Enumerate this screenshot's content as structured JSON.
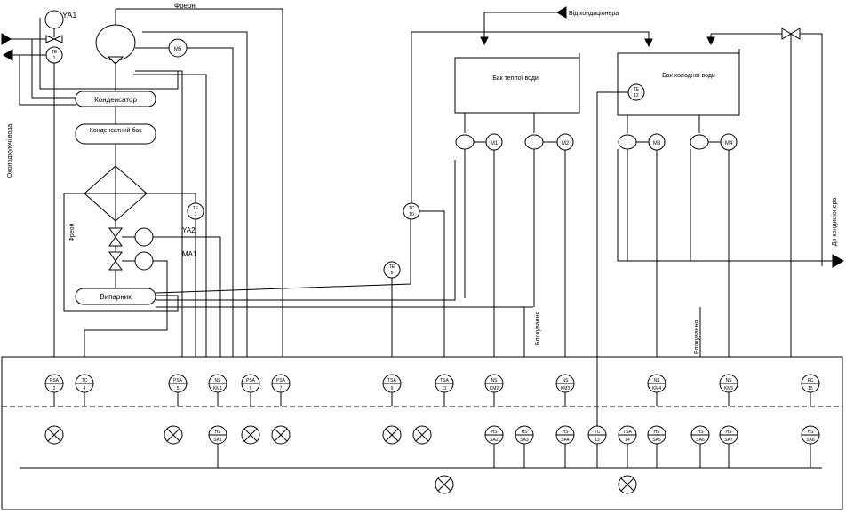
{
  "labels": {
    "freon_top": "Фреон",
    "freon_side": "Фреон",
    "cooling_air": "Охолоджуючі вода",
    "from_conditioner": "Від кондиціонера",
    "to_conditioner": "До кондиціонера",
    "condenser": "Конденсатор",
    "condensate_tank": "Конденсатний бак",
    "evaporator": "Випарник",
    "warm_tank": "Бак теплої води",
    "cold_tank": "Бак холодної води",
    "blocking_1": "Блокування",
    "blocking_2": "Блокування",
    "ya1": "YA1",
    "ya2": "YA2",
    "ma1": "MA1"
  },
  "field_instruments": {
    "te1": [
      "TE",
      "1"
    ],
    "m5": "M5",
    "te3": [
      "TE",
      "3"
    ],
    "te10": [
      "TC",
      "10"
    ],
    "te8": [
      "TE",
      "8"
    ],
    "te12": [
      "TE",
      "12"
    ],
    "m1": "M1",
    "m2": "M2",
    "m3": "M3",
    "m4": "M4"
  },
  "panel_instruments": [
    [
      "PSA",
      "2"
    ],
    [
      "TC",
      "4"
    ],
    [
      "PSA",
      "5"
    ],
    [
      "NS",
      "KM1"
    ],
    [
      "PSA",
      "6"
    ],
    [
      "PSA",
      "7"
    ],
    [
      "TSA",
      "9"
    ],
    [
      "TSA",
      "11"
    ],
    [
      "NS",
      "KM2"
    ],
    [
      "NS",
      "KM3"
    ],
    [
      "NS",
      "KM4"
    ],
    [
      "NS",
      "KM5"
    ],
    [
      "FC",
      "15"
    ]
  ],
  "panel_switches": [
    [
      "HS",
      "SA1"
    ],
    [
      "HS",
      "SA2"
    ],
    [
      "HS",
      "SA3"
    ],
    [
      "HS",
      "SA4"
    ],
    [
      "TC",
      "13"
    ],
    [
      "TSA",
      "14"
    ],
    [
      "HS",
      "SA5"
    ],
    [
      "HS",
      "SA6"
    ],
    [
      "HS",
      "SA7"
    ],
    [
      "HS",
      "SA8"
    ]
  ]
}
